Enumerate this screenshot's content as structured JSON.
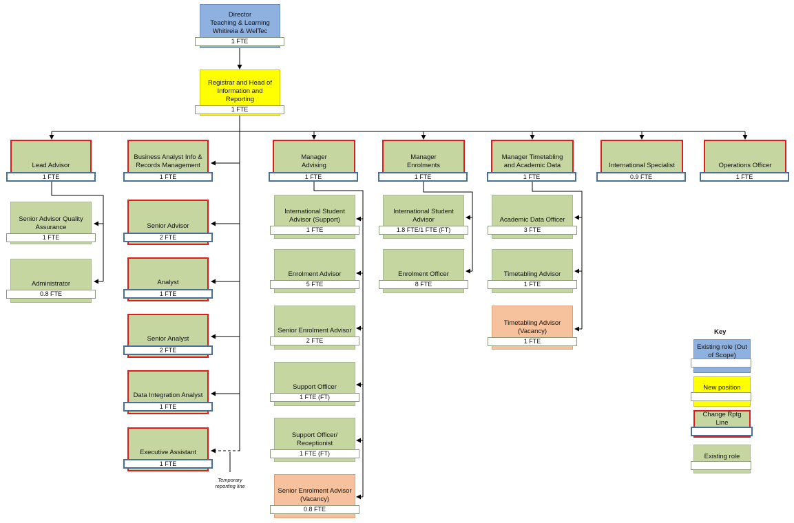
{
  "nodes": {
    "director": {
      "title": "Director\nTeaching & Learning\nWhitireia & WelTec",
      "fte": "1 FTE"
    },
    "registrar": {
      "title": "Registrar and Head of\nInformation and Reporting",
      "fte": "1 FTE"
    },
    "lead_advisor": {
      "title": "Lead Advisor",
      "fte": "1 FTE"
    },
    "ba_info": {
      "title": "Business Analyst Info &\nRecords Management",
      "fte": "1 FTE"
    },
    "mgr_advising": {
      "title": "Manager\nAdvising",
      "fte": "1 FTE"
    },
    "mgr_enrolments": {
      "title": "Manager\nEnrolments",
      "fte": "1 FTE"
    },
    "mgr_timetabling": {
      "title": "Manager Timetabling\nand Academic Data",
      "fte": "1 FTE"
    },
    "intl_specialist": {
      "title": "International Specialist",
      "fte": "0.9 FTE"
    },
    "ops_officer": {
      "title": "Operations Officer",
      "fte": "1 FTE"
    },
    "sa_quality": {
      "title": "Senior Advisor Quality\nAssurance",
      "fte": "1 FTE"
    },
    "administrator": {
      "title": "Administrator",
      "fte": "0.8 FTE"
    },
    "senior_advisor": {
      "title": "Senior Advisor",
      "fte": "2 FTE"
    },
    "analyst": {
      "title": "Analyst",
      "fte": "1 FTE"
    },
    "senior_analyst": {
      "title": "Senior Analyst",
      "fte": "2 FTE"
    },
    "data_integration": {
      "title": "Data Integration Analyst",
      "fte": "1 FTE"
    },
    "exec_assistant": {
      "title": "Executive Assistant",
      "fte": "1 FTE"
    },
    "isa_support": {
      "title": "International Student\nAdvisor (Support)",
      "fte": "1 FTE"
    },
    "enrol_advisor": {
      "title": "Enrolment Advisor",
      "fte": "5 FTE"
    },
    "senior_enrol_advisor": {
      "title": "Senior Enrolment Advisor",
      "fte": "2 FTE"
    },
    "support_officer": {
      "title": "Support Officer",
      "fte": "1 FTE (FT)"
    },
    "support_receptionist": {
      "title": "Support Officer/\nReceptionist",
      "fte": "1 FTE (FT)"
    },
    "senior_enrol_vacancy": {
      "title": "Senior Enrolment Advisor\n(Vacancy)",
      "fte": "0.8 FTE"
    },
    "isa": {
      "title": "International Student\nAdvisor",
      "fte": "1.8 FTE/1 FTE (FT)"
    },
    "enrol_officer": {
      "title": "Enrolment Officer",
      "fte": "8 FTE"
    },
    "academic_data": {
      "title": "Academic Data Officer",
      "fte": "3 FTE"
    },
    "timetabling_advisor": {
      "title": "Timetabling Advisor",
      "fte": "1 FTE"
    },
    "timetabling_vacancy": {
      "title": "Timetabling Advisor\n(Vacancy)",
      "fte": "1 FTE"
    }
  },
  "note": "Temporary\nreporting line",
  "key": {
    "title": "Key",
    "existing_out_of_scope": "Existing role  (Out\nof Scope)",
    "new_position": "New position",
    "change_rptg_line": "Change Rptg Line",
    "existing_role": "Existing role"
  },
  "colors": {
    "existing_role": "#c5d6a0",
    "out_of_scope": "#8eb1e0",
    "new_position": "#ffff00",
    "vacancy": "#f6c29e",
    "change_reporting_border": "#e01b1b",
    "change_reporting_fte_border": "#4a6f96"
  }
}
